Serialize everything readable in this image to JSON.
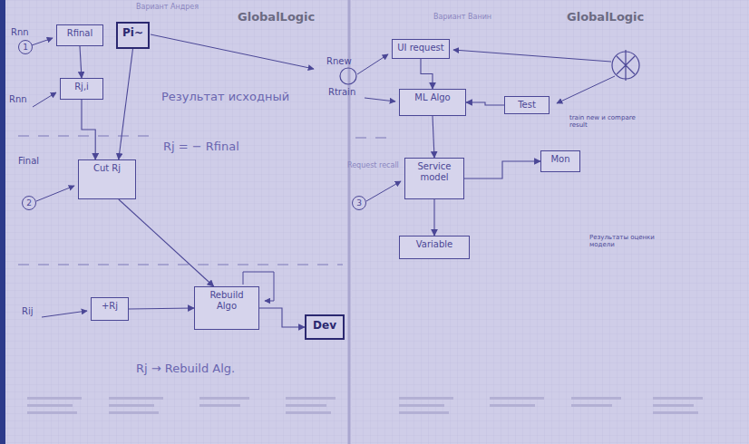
{
  "diagram": {
    "nodes": [
      {
        "text": [
          "Rfinal"
        ]
      },
      {
        "text": [
          "Pi~"
        ]
      },
      {
        "text": [
          "Rj,i"
        ]
      },
      {
        "text": [
          "Cut Rj"
        ]
      },
      {
        "text": [
          "+Rj"
        ]
      },
      {
        "text": [
          "Rebuild Algo"
        ]
      },
      {
        "text": [
          "Dev"
        ]
      },
      {
        "text": [
          "UI request"
        ]
      },
      {
        "text": [
          "ML Algo"
        ]
      },
      {
        "text": [
          "Test"
        ]
      },
      {
        "text": [
          "Service model"
        ]
      },
      {
        "text": [
          "Mon"
        ]
      },
      {
        "text": [
          "Variable"
        ]
      }
    ],
    "edges": [
      {
        "from": 0,
        "to": 2,
        "arrow": "to"
      },
      {
        "from": 2,
        "to": 3,
        "arrow": "to"
      },
      {
        "from": 1,
        "to": 3,
        "arrow": "to"
      },
      {
        "from": 3,
        "to": 5,
        "arrow": "to"
      },
      {
        "from": 4,
        "to": 5,
        "arrow": "to"
      },
      {
        "from": 5,
        "to": 6,
        "arrow": "to"
      },
      {
        "from": 7,
        "to": 8,
        "arrow": "to"
      },
      {
        "from": 8,
        "to": 10,
        "arrow": "to"
      },
      {
        "from": 9,
        "to": 8,
        "arrow": "to"
      },
      {
        "from": 10,
        "to": 11,
        "arrow": "to"
      },
      {
        "from": 10,
        "to": 12,
        "arrow": "to"
      }
    ],
    "labels": [
      "Вариант Андрея",
      "GlobalLogic",
      "Rnn",
      "1",
      "Rnn",
      "Final",
      "2",
      "Результат исходный",
      "Rj = − Rfinal",
      "Rij",
      "Rj → Rebuild Alg.",
      "Вариант Ванин",
      "GlobalLogic",
      "Rnew",
      "Rtrain",
      "train new и compare result",
      "Request recall",
      "3",
      "Результаты оценки модели"
    ]
  }
}
